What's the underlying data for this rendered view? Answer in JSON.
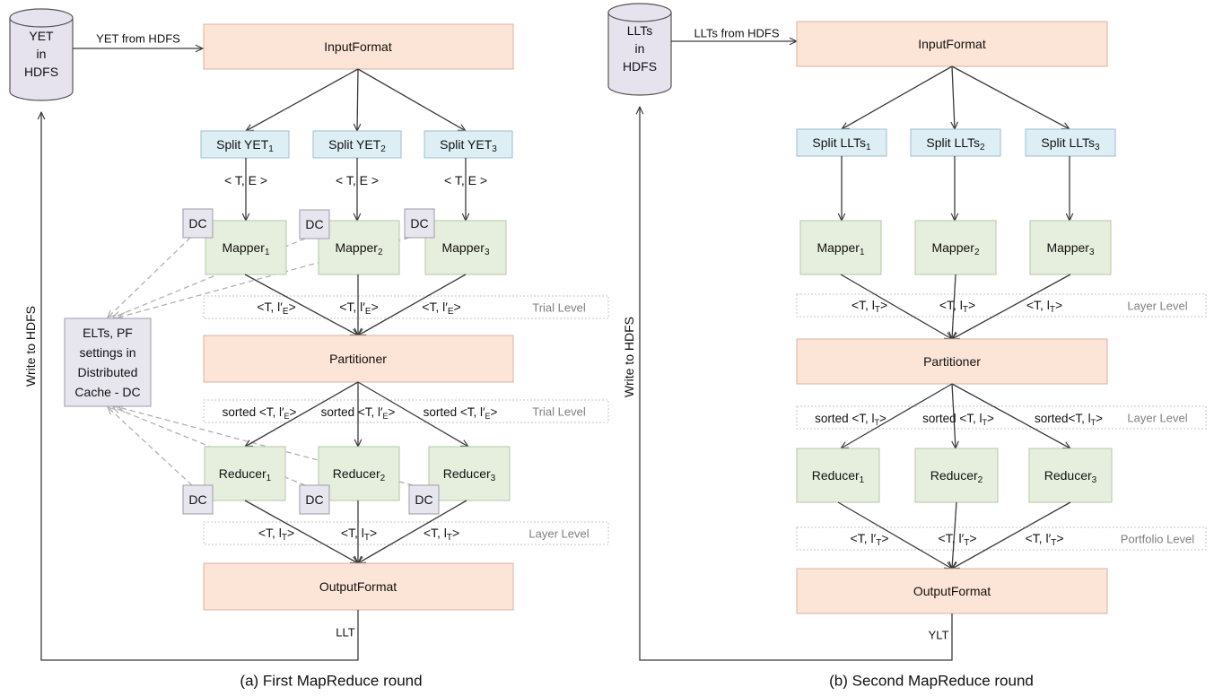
{
  "colors": {
    "peach_fill": "#fce4d6",
    "peach_stroke": "#d8b5a2",
    "blue_fill": "#ddeef4",
    "blue_stroke": "#9fbecb",
    "green_fill": "#e6efdd",
    "green_stroke": "#b6c7a5",
    "grey_fill": "#e7e6ee",
    "grey_stroke": "#9c9aa8",
    "cyl_fill": "#e6e3ee",
    "level_text": "#7f7f7f",
    "line": "#3a3a3a",
    "dash": "#b0b0b0"
  },
  "panel_a": {
    "caption": "(a) First MapReduce round",
    "store": [
      "YET",
      "in",
      "HDFS"
    ],
    "from_hdfs_label": "YET from HDFS",
    "input_format": "InputFormat",
    "splits": [
      {
        "label": "Split YET",
        "sub": "1"
      },
      {
        "label": "Split YET",
        "sub": "2"
      },
      {
        "label": "Split YET",
        "sub": "3"
      }
    ],
    "split_edge_label": "< T, E >",
    "dc_label": "DC",
    "mappers": [
      {
        "label": "Mapper",
        "sub": "1"
      },
      {
        "label": "Mapper",
        "sub": "2"
      },
      {
        "label": "Mapper",
        "sub": "3"
      }
    ],
    "map_edge_labels": [
      {
        "pre": "<T, l′",
        "sub": "E",
        "post": ">"
      },
      {
        "pre": "<T, l′",
        "sub": "E",
        "post": ">"
      },
      {
        "pre": "<T, l′",
        "sub": "E",
        "post": ">"
      }
    ],
    "map_level": "Trial Level",
    "cache_box": [
      "ELTs, PF",
      "settings in",
      "Distributed",
      "Cache - DC"
    ],
    "partitioner": "Partitioner",
    "sorted_labels": [
      {
        "pre": "sorted <T, l′",
        "sub": "E",
        "post": ">"
      },
      {
        "pre": "sorted <T, l′",
        "sub": "E",
        "post": ">"
      },
      {
        "pre": "sorted <T, l′",
        "sub": "E",
        "post": ">"
      }
    ],
    "sorted_level": "Trial Level",
    "reducers": [
      {
        "label": "Reducer",
        "sub": "1"
      },
      {
        "label": "Reducer",
        "sub": "2"
      },
      {
        "label": "Reducer",
        "sub": "3"
      }
    ],
    "reduce_edge_labels": [
      {
        "pre": "<T, l",
        "sub": "T",
        "post": ">"
      },
      {
        "pre": "<T, l",
        "sub": "T",
        "post": ">"
      },
      {
        "pre": "<T, l",
        "sub": "T",
        "post": ">"
      }
    ],
    "reduce_level": "Layer Level",
    "output_format": "OutputFormat",
    "output_label": "LLT",
    "write_label": "Write to HDFS"
  },
  "panel_b": {
    "caption": "(b) Second MapReduce round",
    "store": [
      "LLTs",
      "in",
      "HDFS"
    ],
    "from_hdfs_label": "LLTs from HDFS",
    "input_format": "InputFormat",
    "splits": [
      {
        "label": "Split LLTs",
        "sub": "1"
      },
      {
        "label": "Split LLTs",
        "sub": "2"
      },
      {
        "label": "Split LLTs",
        "sub": "3"
      }
    ],
    "mappers": [
      {
        "label": "Mapper",
        "sub": "1"
      },
      {
        "label": "Mapper",
        "sub": "2"
      },
      {
        "label": "Mapper",
        "sub": "3"
      }
    ],
    "map_edge_labels": [
      {
        "pre": "<T, l",
        "sub": "T",
        "post": ">"
      },
      {
        "pre": "<T, l",
        "sub": "T",
        "post": ">"
      },
      {
        "pre": "<T, l",
        "sub": "T",
        "post": ">"
      }
    ],
    "map_level": "Layer Level",
    "partitioner": "Partitioner",
    "sorted_labels": [
      {
        "pre": "sorted <T, l",
        "sub": "T",
        "post": ">"
      },
      {
        "pre": "sorted <T, l",
        "sub": "T",
        "post": ">"
      },
      {
        "pre": "sorted<T, l",
        "sub": "T",
        "post": ">"
      }
    ],
    "sorted_level": "Layer Level",
    "reducers": [
      {
        "label": "Reducer",
        "sub": "1"
      },
      {
        "label": "Reducer",
        "sub": "2"
      },
      {
        "label": "Reducer",
        "sub": "3"
      }
    ],
    "reduce_edge_labels": [
      {
        "pre": "<T, l′",
        "sub": "T",
        "post": ">"
      },
      {
        "pre": "<T, l′",
        "sub": "T",
        "post": ">"
      },
      {
        "pre": "<T, l′",
        "sub": "T",
        "post": ">"
      }
    ],
    "reduce_level": "Portfolio Level",
    "output_format": "OutputFormat",
    "output_label": "YLT",
    "write_label": "Write to HDFS"
  }
}
